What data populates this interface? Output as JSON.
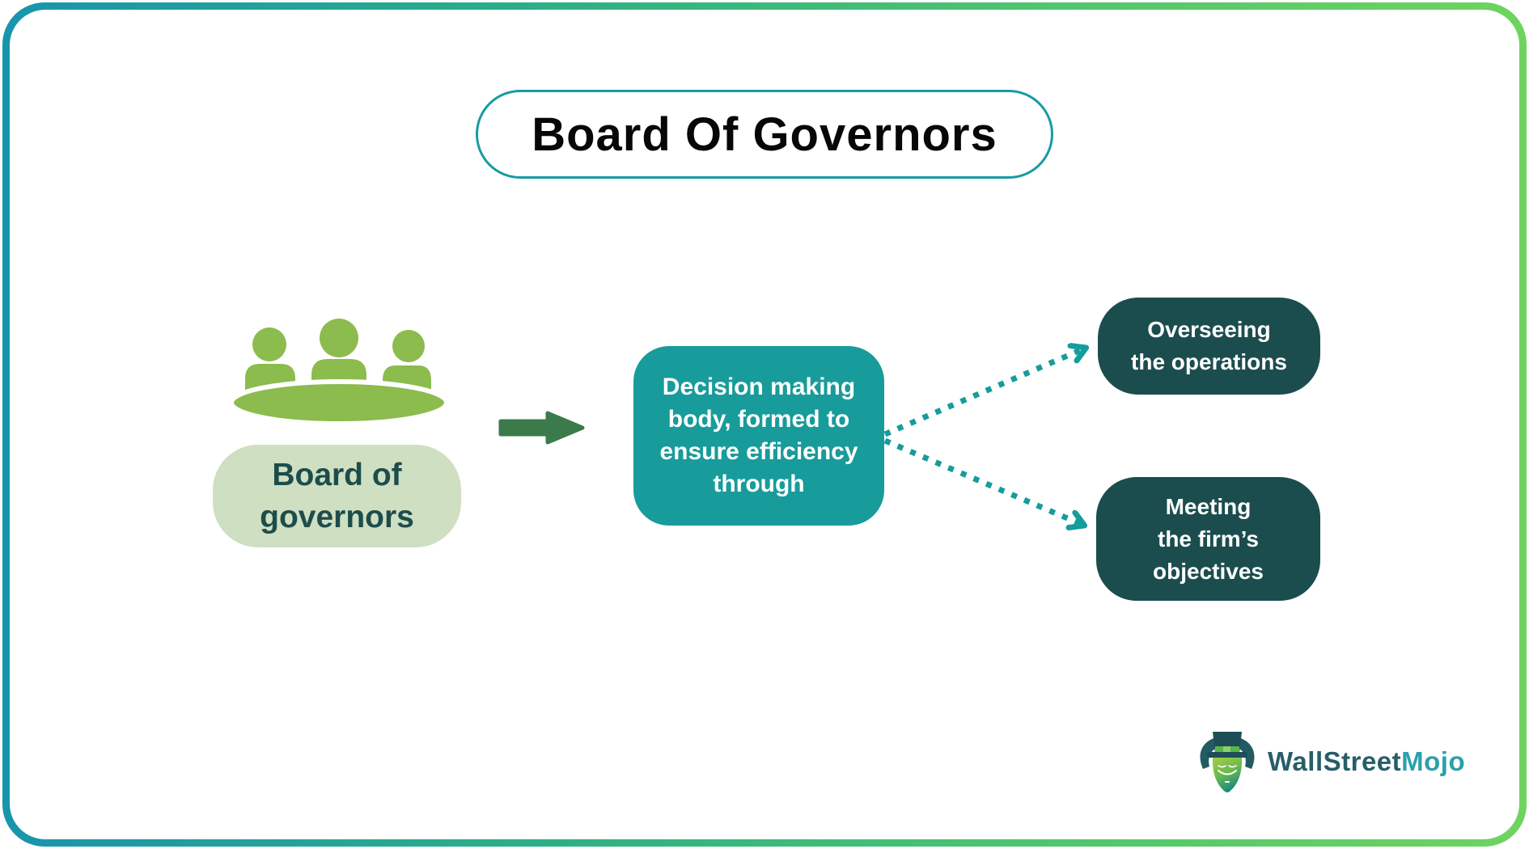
{
  "title": {
    "text": "Board Of Governors"
  },
  "source": {
    "icon": "board-meeting-icon",
    "label_lines": [
      "Board of",
      "governors"
    ]
  },
  "process": {
    "lines": [
      "Decision making",
      "body, formed to",
      "ensure efficiency",
      "through"
    ]
  },
  "outcomes": {
    "top": {
      "lines": [
        "Overseeing",
        "the operations"
      ]
    },
    "bottom": {
      "lines": [
        "Meeting",
        "the firm’s",
        "objectives"
      ]
    }
  },
  "branding": {
    "icon": "bull-mascot-icon",
    "brand_dark": "WallStreet",
    "brand_accent": "Mojo"
  },
  "colors": {
    "frame_gradient_start": "#1795AC",
    "frame_gradient_end": "#6FD45F",
    "title_border": "#189BA4",
    "title_text": "#070707",
    "people_icon_green": "#8CBB4E",
    "source_label_bg": "#CFDFC2",
    "source_label_text": "#1D4D4B",
    "solid_arrow_green": "#3A7A4B",
    "process_box_bg": "#189B9B",
    "process_box_text": "#FFFFFF",
    "dotted_connector": "#169C9C",
    "outcome_box_bg": "#1C4D4E",
    "outcome_box_text": "#FFFFFF",
    "brand_dark_color": "#265E68",
    "brand_accent_color": "#2BA0AD"
  }
}
